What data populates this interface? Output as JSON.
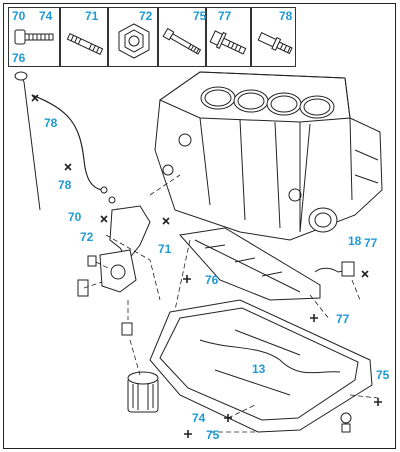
{
  "colors": {
    "callout": "#1e9ad6",
    "line": "#222222",
    "background": "#ffffff"
  },
  "fastener_strip": {
    "cells": [
      {
        "numbers": [
          "70",
          "74",
          "76"
        ],
        "icon": "bolt-short-icon"
      },
      {
        "numbers": [
          "71"
        ],
        "icon": "stud-bolt-icon"
      },
      {
        "numbers": [
          "72"
        ],
        "icon": "hex-nut-icon"
      },
      {
        "numbers": [
          "75"
        ],
        "icon": "long-bolt-icon"
      },
      {
        "numbers": [
          "77"
        ],
        "icon": "flange-bolt-icon"
      },
      {
        "numbers": [
          "78"
        ],
        "icon": "shoulder-bolt-icon"
      }
    ]
  },
  "callouts": {
    "dipstick_78": "78",
    "tube_78": "78",
    "bracket_70": "70",
    "filter_72": "72",
    "bolt_71": "71",
    "gasket_76": "76",
    "sensor_18": "18",
    "sensor_77": "77",
    "pan_77": "77",
    "pan_13": "13",
    "pan_75": "75",
    "pan_74": "74",
    "bottom_75": "75"
  }
}
